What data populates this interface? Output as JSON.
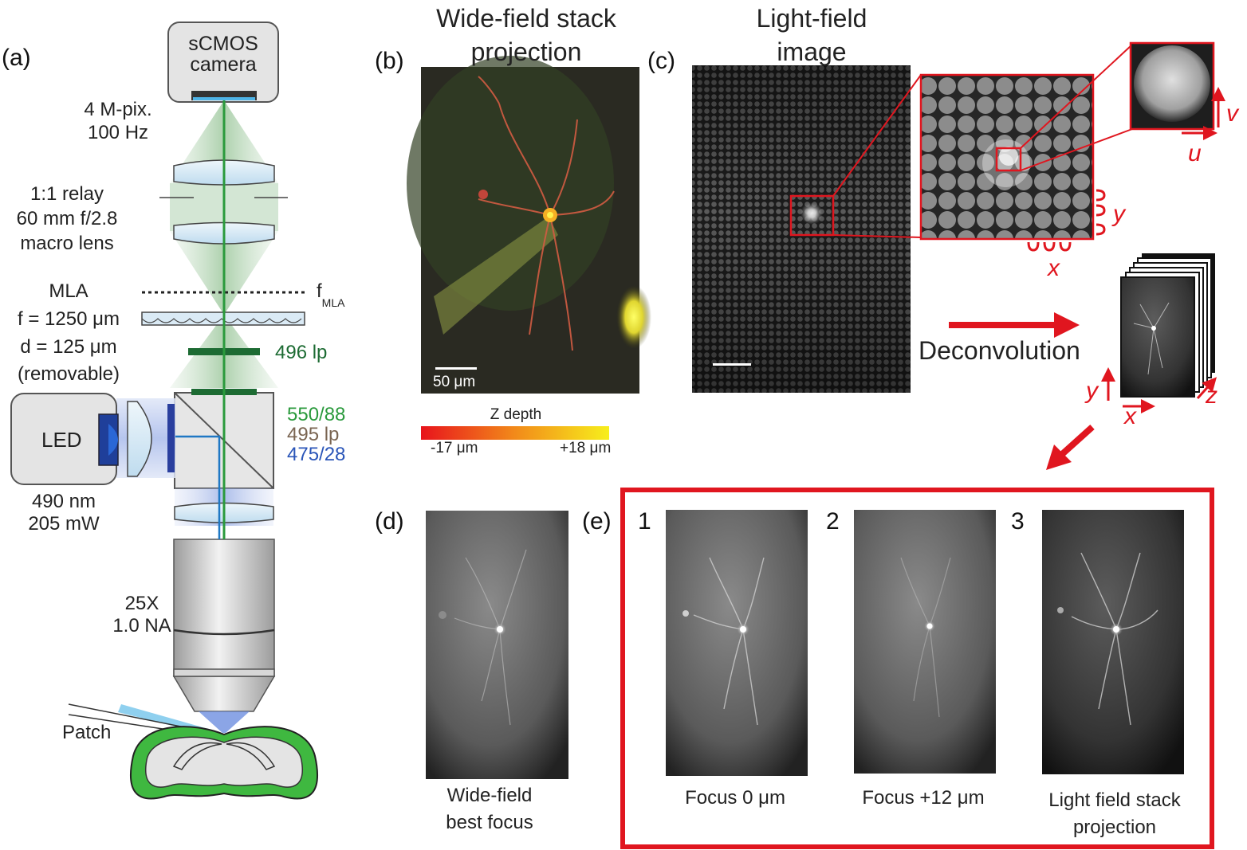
{
  "panels": {
    "a": "(a)",
    "b": "(b)",
    "c": "(c)",
    "d": "(d)",
    "e": "(e)"
  },
  "optics": {
    "camera": [
      "sCMOS",
      "camera"
    ],
    "camera_spec": [
      "4 M-pix.",
      "100 Hz"
    ],
    "relay": [
      "1:1 relay",
      "60 mm f/2.8",
      "macro lens"
    ],
    "mla": [
      "MLA",
      "f = 1250 μm",
      "d = 125 μm",
      "(removable)"
    ],
    "f_mla_main": "f",
    "f_mla_sub": "MLA",
    "lp496": "496 lp",
    "filters": [
      "550/88",
      "495 lp",
      "475/28"
    ],
    "led": "LED",
    "led_spec": [
      "490 nm",
      "205 mW"
    ],
    "objective": [
      "25X",
      "1.0 NA"
    ],
    "patch": "Patch"
  },
  "panel_b": {
    "title": [
      "Wide-field stack",
      "projection"
    ],
    "scalebar": "50 μm",
    "colorbar_title": "Z depth",
    "colorbar_min": "-17 μm",
    "colorbar_max": "+18 μm"
  },
  "panel_c": {
    "title": [
      "Light-field",
      "image"
    ],
    "axes": {
      "u": "u",
      "v": "v",
      "x": "x",
      "y": "y",
      "z": "z"
    },
    "deconvolution": "Deconvolution"
  },
  "panel_d": {
    "caption": [
      "Wide-field",
      "best focus"
    ]
  },
  "panel_e": {
    "items": [
      {
        "num": "1",
        "caption": [
          "Focus 0 μm"
        ]
      },
      {
        "num": "2",
        "caption": [
          "Focus +12 μm"
        ]
      },
      {
        "num": "3",
        "caption": [
          "Light field stack",
          "projection"
        ]
      }
    ]
  },
  "colors": {
    "accent_red": "#e0161f",
    "beam_green": "#2a9a3c",
    "filter_dark_green": "#1d6b33",
    "excitation_blue": "#2a55b8",
    "lp495_brown": "#7a6552"
  }
}
